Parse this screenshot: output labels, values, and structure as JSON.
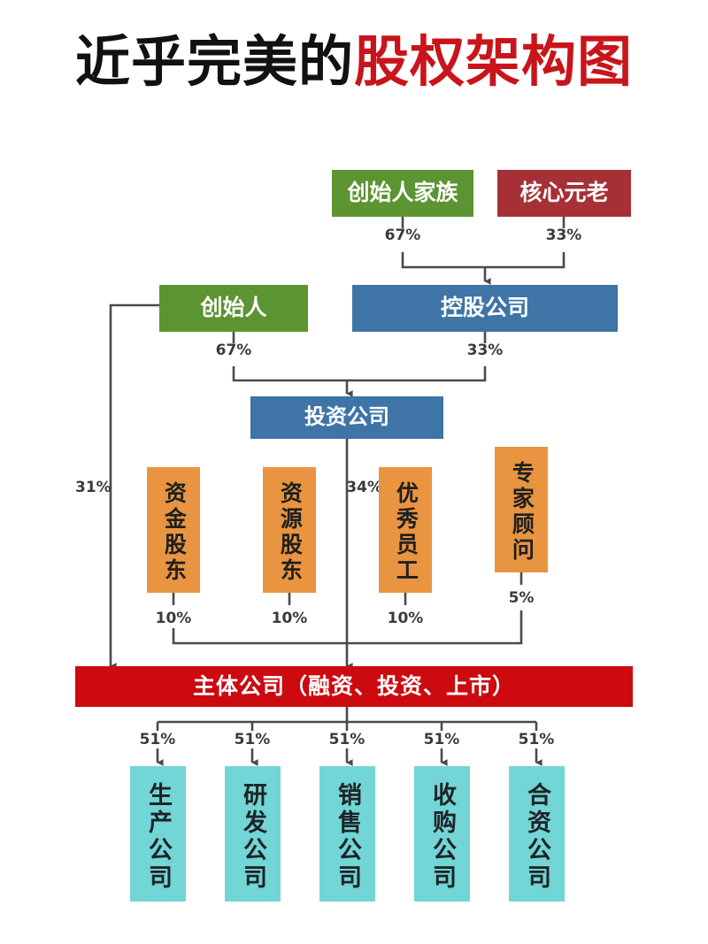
{
  "title": {
    "black_part": "近乎完美的",
    "red_part": "股权架构图",
    "black_color": "#111111",
    "red_color": "#C8151B"
  },
  "palette": {
    "green": "#5B9431",
    "dark_red": "#A53137",
    "blue": "#3E74A6",
    "red": "#CC0A10",
    "orange": "#E89440",
    "teal": "#72D5D6",
    "connector": "#4a4a4a",
    "background": "#FFFFFF"
  },
  "nodes": {
    "founder_family": {
      "label": "创始人家族",
      "color": "green"
    },
    "core_veteran": {
      "label": "核心元老",
      "color": "dark_red"
    },
    "founder": {
      "label": "创始人",
      "color": "green"
    },
    "holding_company": {
      "label": "控股公司",
      "color": "blue"
    },
    "investment_company": {
      "label": "投资公司",
      "color": "blue"
    },
    "main_company": {
      "label": "主体公司（融资、投资、上市）",
      "color": "red"
    }
  },
  "shareholders": [
    {
      "label": "资金股东",
      "percent": "10%",
      "color": "orange"
    },
    {
      "label": "资源股东",
      "percent": "10%",
      "color": "orange"
    },
    {
      "label": "优秀员工",
      "percent": "10%",
      "color": "orange"
    },
    {
      "label": "专家顾问",
      "percent": "5%",
      "color": "orange"
    }
  ],
  "subsidiaries": [
    {
      "label": "生产公司",
      "percent": "51%",
      "color": "teal"
    },
    {
      "label": "研发公司",
      "percent": "51%",
      "color": "teal"
    },
    {
      "label": "销售公司",
      "percent": "51%",
      "color": "teal"
    },
    {
      "label": "收购公司",
      "percent": "51%",
      "color": "teal"
    },
    {
      "label": "合资公司",
      "percent": "51%",
      "color": "teal"
    }
  ],
  "edges": {
    "founder_family_to_holding": "67%",
    "core_veteran_to_holding": "33%",
    "founder_to_investment": "67%",
    "holding_to_investment": "33%",
    "founder_to_main": "31%",
    "investment_to_main": "34%"
  }
}
